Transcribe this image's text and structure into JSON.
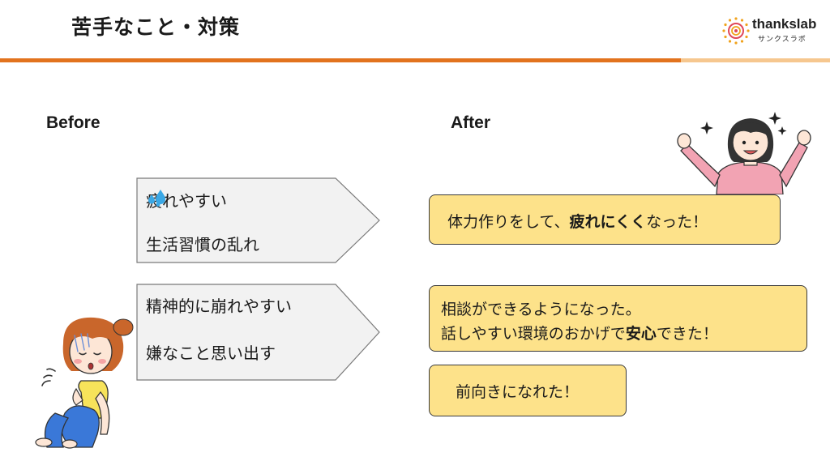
{
  "title": "苦手なこと・対策",
  "logo": {
    "name": "thankslab",
    "sub": "サンクスラボ"
  },
  "headings": {
    "before": "Before",
    "after": "After"
  },
  "before": [
    {
      "line1": "疲れやすい",
      "line2": "生活習慣の乱れ",
      "emoji": "sweat-droplets-icon"
    },
    {
      "line1": "精神的に崩れやすい",
      "line2": "嫌なこと思い出す"
    }
  ],
  "after": [
    {
      "parts": [
        "体力作りをして、",
        "疲れにくく",
        "なった！"
      ]
    },
    {
      "line1": "相談ができるようになった。",
      "line2_parts": [
        "話しやすい環境のおかげで",
        "安心",
        "できた！"
      ]
    },
    {
      "text": "前向きになれた！"
    }
  ],
  "colors": {
    "accent": "#e2731e",
    "accent_light": "#f6c78f",
    "before_fill": "#f2f2f2",
    "after_fill": "#fde28a"
  }
}
